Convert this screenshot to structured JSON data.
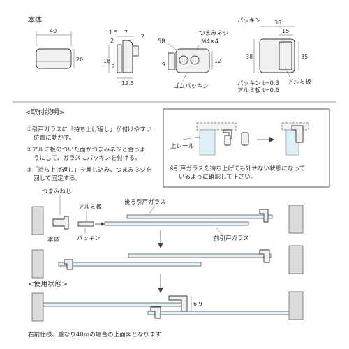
{
  "top": {
    "body": {
      "title": "本体",
      "dim_width": "40",
      "dim_height": "20"
    },
    "side": {
      "dim_15": "1.5",
      "dim_7": "7",
      "dim_2_top": "2",
      "dim_2_right": "2",
      "dim_18": "18",
      "dim_2_left": "2",
      "dim_125": "12.5"
    },
    "front": {
      "label_5r": "5R",
      "label_knob_line1": "つまみネジ",
      "label_knob_line2": "M4×4",
      "dim_9": "9",
      "dim_12": "12",
      "label_rubber": "ゴムパッキン"
    },
    "packing": {
      "title": "パッキン",
      "dim_38_top": "38",
      "dim_15": "15",
      "dim_38_left": "38",
      "dim_35": "35",
      "label_al": "アルミ板",
      "thick_packing_label": "パッキン",
      "thick_packing_value": "t=0.3",
      "thick_al_label": "アルミ板",
      "thick_al_value": "t=0.6"
    }
  },
  "instructions": {
    "heading": "<取付説明>",
    "step1_line1": "①引戸ガラスに「持ち上げ返し」が付けやすい",
    "step1_line2": "位置に動かす。",
    "step2_line1": "②アルミ板のついた面がつまみネジと合うよ",
    "step2_line2": "うにして、ガラスにパッキンを付ける。",
    "step3_line1": "③「持ち上げ返し」を差し込み、つまみネジを",
    "step3_line2": "回して固定する。",
    "box_rail_label": "上レール",
    "note_line1": "※引戸ガラスを持ち上げても外せない状態になって",
    "note_line2": "いるように確認して下さい。"
  },
  "assembly": {
    "label_knob": "つまみねじ",
    "label_al": "アルミ板",
    "label_rear": "後ろ引戸ガラス",
    "label_body": "本体",
    "label_packing": "パッキン",
    "label_front": "前引戸ガラス"
  },
  "usage": {
    "heading": "<使用状態>",
    "dim_69": "6.9",
    "footer": "右前仕様、重なり40㎜の場合の上面図となります"
  }
}
